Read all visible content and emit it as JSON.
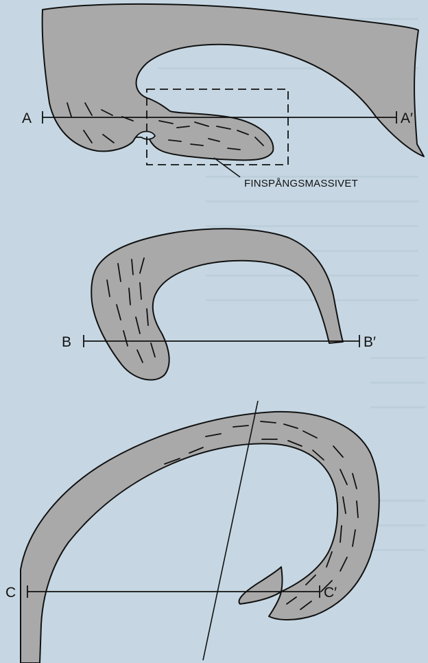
{
  "colors": {
    "background": "#c6d7e3",
    "fold_fill": "#a9a9a9",
    "ink": "#111111"
  },
  "figure_a": {
    "label_left": "A",
    "label_right": "A′",
    "callout": "FINSPÅNGSMASSIVET"
  },
  "figure_b": {
    "label_left": "B",
    "label_right": "B′"
  },
  "figure_c": {
    "label_left": "C",
    "label_right": "C′"
  }
}
